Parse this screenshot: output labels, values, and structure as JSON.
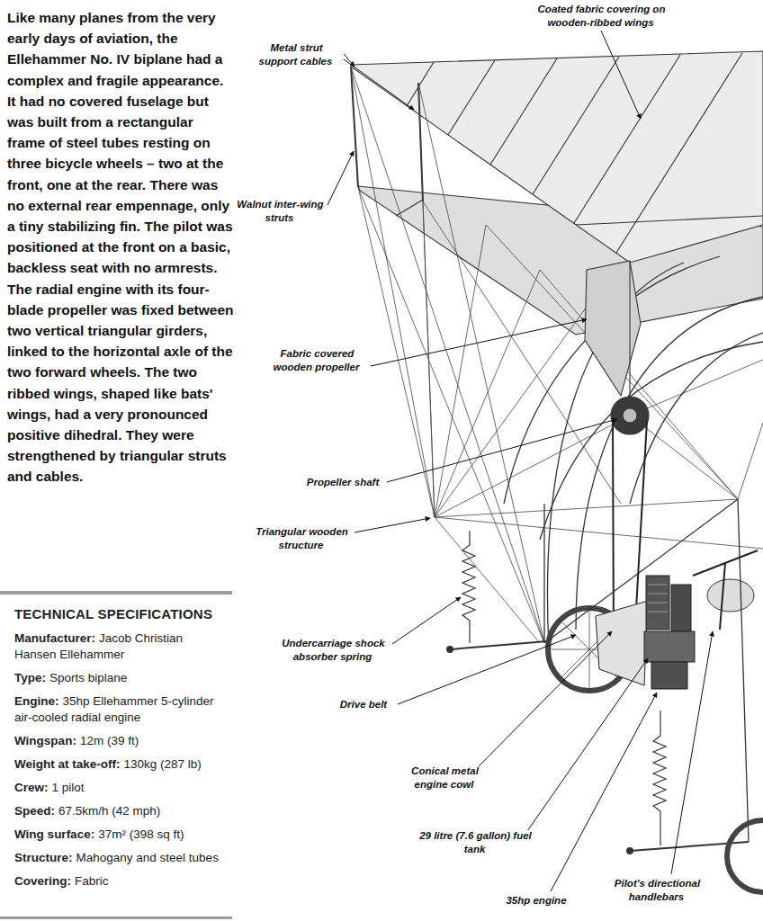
{
  "diagram": {
    "labels": [
      "Like many planes from the very early days of aviation, the Ellehammer No. IV biplane had a complex and fragile appearance. It had no covered fuselage but was built from a rectangular frame of steel tubes resting on three bicycle wheels – two at the front, one at the rear. There was no external rear empennage, only a tiny stabilizing fin. The pilot was positioned at the front on a basic, backless seat with no armrests. The radial engine with its four-blade propeller was fixed between two vertical triangular girders, linked to the horizontal axle of the two forward wheels. The two ribbed wings, shaped like bats' wings, had a very pronounced positive dihedral. They were strengthened by triangular struts and cables.",
      "TECHNICAL SPECIFICATIONS",
      "Manufacturer:",
      "Jacob Christian Hansen Ellehammer",
      "Type:",
      "Sports biplane",
      "Engine:",
      "35hp Ellehammer 5-cylinder air-cooled radial engine",
      "Wingspan:",
      "12m (39 ft)",
      "Weight at take-off:",
      "130kg (287 lb)",
      "Crew:",
      "1 pilot",
      "Speed:",
      "67.5km/h (42 mph)",
      "Wing surface:",
      "37m² (398 sq ft)",
      "Structure:",
      "Mahogany and steel tubes",
      "Covering:",
      "Fabric",
      "Coated fabric covering on wooden-ribbed wings",
      "Metal strut support cables",
      "Walnut inter-wing struts",
      "Fabric covered wooden propeller",
      "Propeller shaft",
      "Triangular wooden structure",
      "Undercarriage shock absorber spring",
      "Drive belt",
      "Conical metal engine cowl",
      "29 litre (7.6 gallon) fuel tank",
      "35hp engine",
      "Pilot's directional handlebars"
    ]
  }
}
